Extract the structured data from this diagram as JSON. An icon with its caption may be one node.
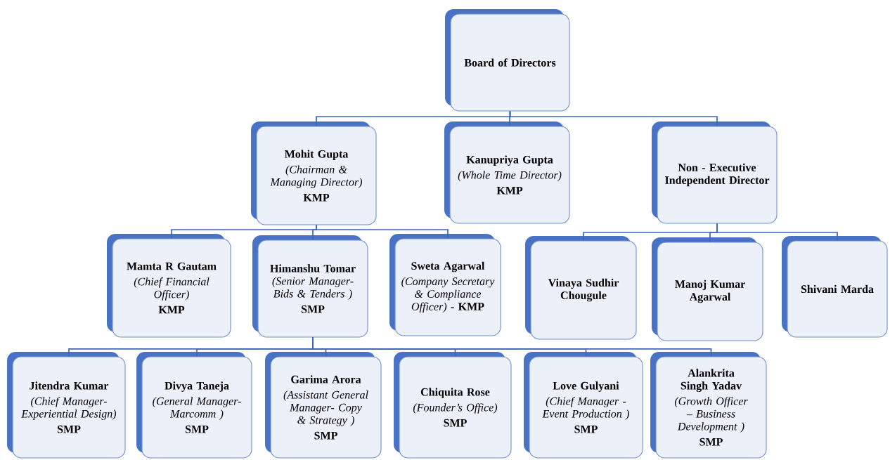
{
  "diagram": {
    "nodes": [
      {
        "text": [
          "Board of Directors"
        ]
      },
      {
        "text": [
          "Mohit Gupta",
          "(Chairman & Managing Director)",
          "KMP"
        ]
      },
      {
        "text": [
          "Kanupriya Gupta",
          "(Whole Time Director)",
          "KMP"
        ]
      },
      {
        "text": [
          "Non - Executive Independent Director"
        ]
      },
      {
        "text": [
          "Mamta R Gautam",
          "(Chief Financial Officer)",
          "KMP"
        ]
      },
      {
        "text": [
          "Himanshu Tomar",
          "(Senior Manager-Bids & Tenders )",
          "SMP"
        ]
      },
      {
        "text": [
          "Sweta Agarwal",
          "(Company Secretary & Compliance Officer)",
          "- KMP"
        ]
      },
      {
        "text": [
          "Vinaya Sudhir Chougule"
        ]
      },
      {
        "text": [
          "Manoj Kumar Agarwal"
        ]
      },
      {
        "text": [
          "Shivani Marda"
        ]
      },
      {
        "text": [
          "Jitendra Kumar",
          "(Chief Manager-Experiential Design)",
          "SMP"
        ]
      },
      {
        "text": [
          "Divya Taneja",
          "(General Manager-Marcomm )",
          "SMP"
        ]
      },
      {
        "text": [
          "Garima Arora",
          "(Assistant General Manager- Copy & Strategy )",
          "SMP"
        ]
      },
      {
        "text": [
          "Chiquita Rose",
          "(Founder’s Office)",
          "SMP"
        ]
      },
      {
        "text": [
          "Love Gulyani",
          "(Chief Manager - Event Production )",
          "SMP"
        ]
      },
      {
        "text": [
          "Alankrita Singh Yadav",
          "(Growth Officer – Business Development )",
          "SMP"
        ]
      }
    ],
    "edges": [
      {
        "from": 0,
        "to": 1,
        "arrow": "none"
      },
      {
        "from": 0,
        "to": 2,
        "arrow": "none"
      },
      {
        "from": 0,
        "to": 3,
        "arrow": "none"
      },
      {
        "from": 1,
        "to": 4,
        "arrow": "none"
      },
      {
        "from": 1,
        "to": 5,
        "arrow": "none"
      },
      {
        "from": 1,
        "to": 6,
        "arrow": "none"
      },
      {
        "from": 3,
        "to": 7,
        "arrow": "none"
      },
      {
        "from": 3,
        "to": 8,
        "arrow": "none"
      },
      {
        "from": 3,
        "to": 9,
        "arrow": "none"
      },
      {
        "from": 5,
        "to": 10,
        "arrow": "none"
      },
      {
        "from": 5,
        "to": 11,
        "arrow": "none"
      },
      {
        "from": 5,
        "to": 12,
        "arrow": "none"
      },
      {
        "from": 5,
        "to": 13,
        "arrow": "none"
      },
      {
        "from": 5,
        "to": 14,
        "arrow": "none"
      },
      {
        "from": 5,
        "to": 15,
        "arrow": "none"
      }
    ]
  }
}
